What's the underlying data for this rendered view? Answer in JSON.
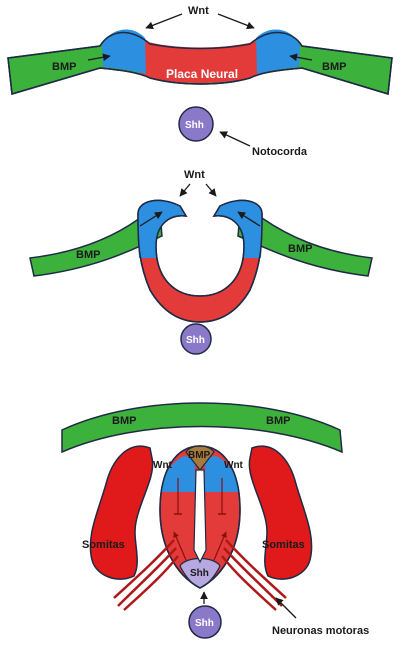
{
  "colors": {
    "bmp_green": "#3cb13c",
    "wnt_blue": "#2c8fe0",
    "neural_red": "#e33a3a",
    "shh_purple": "#8a78c8",
    "roof_brown": "#a77a3a",
    "outline": "#1f2a44"
  },
  "stage1": {
    "wnt": "Wnt",
    "bmp_left": "BMP",
    "bmp_right": "BMP",
    "neural_plate": "Placa Neural",
    "shh": "Shh",
    "notochord": "Notocorda"
  },
  "stage2": {
    "wnt": "Wnt",
    "bmp_left": "BMP",
    "bmp_right": "BMP",
    "shh": "Shh"
  },
  "stage3": {
    "bmp_ectoderm_left": "BMP",
    "bmp_ectoderm_right": "BMP",
    "bmp_roof": "BMP",
    "wnt_left": "Wnt",
    "wnt_right": "Wnt",
    "somites_left": "Somitas",
    "somites_right": "Somitas",
    "shh_floor": "Shh",
    "shh_notochord": "Shh",
    "motor_neurons": "Neuronas motoras"
  }
}
